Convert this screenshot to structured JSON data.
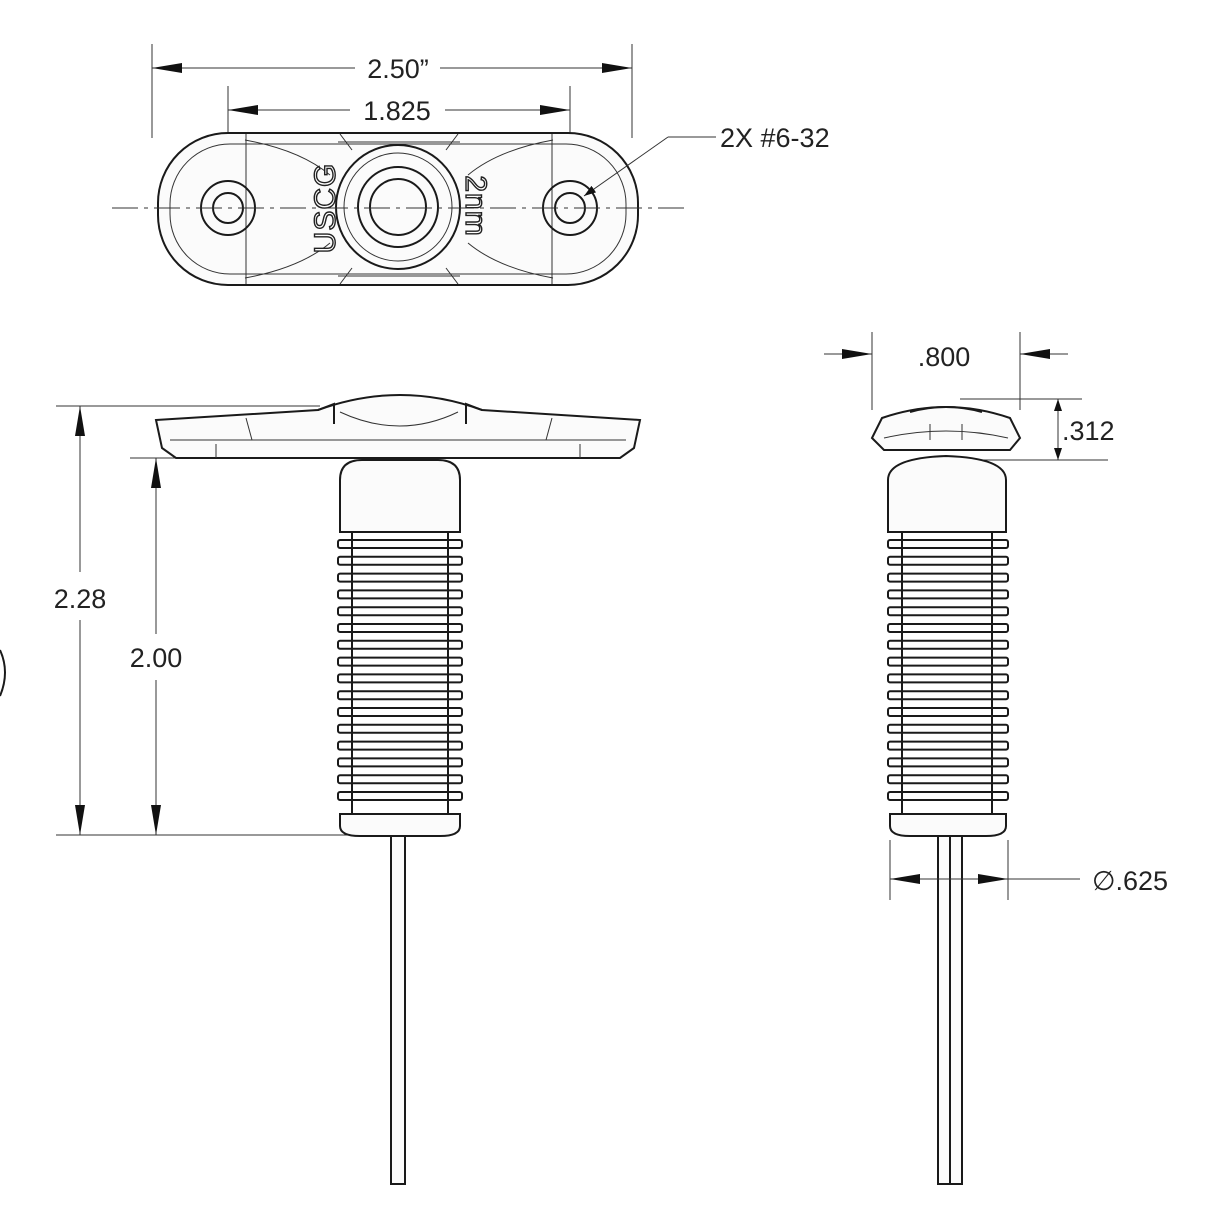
{
  "top_view": {
    "overall_width": "2.50”",
    "hole_spacing": "1.825",
    "hole_callout": "2X #6-32",
    "emboss_left": "USCG",
    "emboss_right": "2nm"
  },
  "front_view": {
    "overall_height": "2.28",
    "body_height": "2.00"
  },
  "side_view": {
    "flange_width": ".800",
    "flange_thickness": ".312",
    "body_diameter": "∅.625"
  }
}
